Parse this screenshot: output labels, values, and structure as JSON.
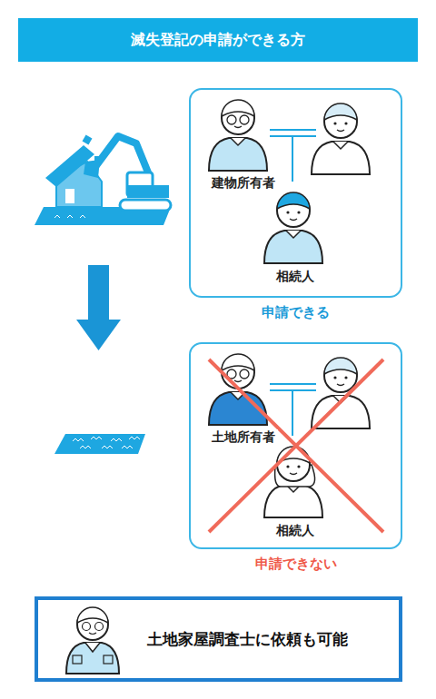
{
  "diagram": {
    "title": "滅失登記の申請ができる方",
    "nodes": [
      {
        "text": [
          "申請できる"
        ]
      },
      {
        "text": [
          "申請できない"
        ]
      },
      {
        "text": [
          "土地家屋調査士に依頼も可能"
        ]
      }
    ],
    "labels": [
      "建物所有者",
      "相続人",
      "土地所有者",
      "相続人"
    ]
  }
}
